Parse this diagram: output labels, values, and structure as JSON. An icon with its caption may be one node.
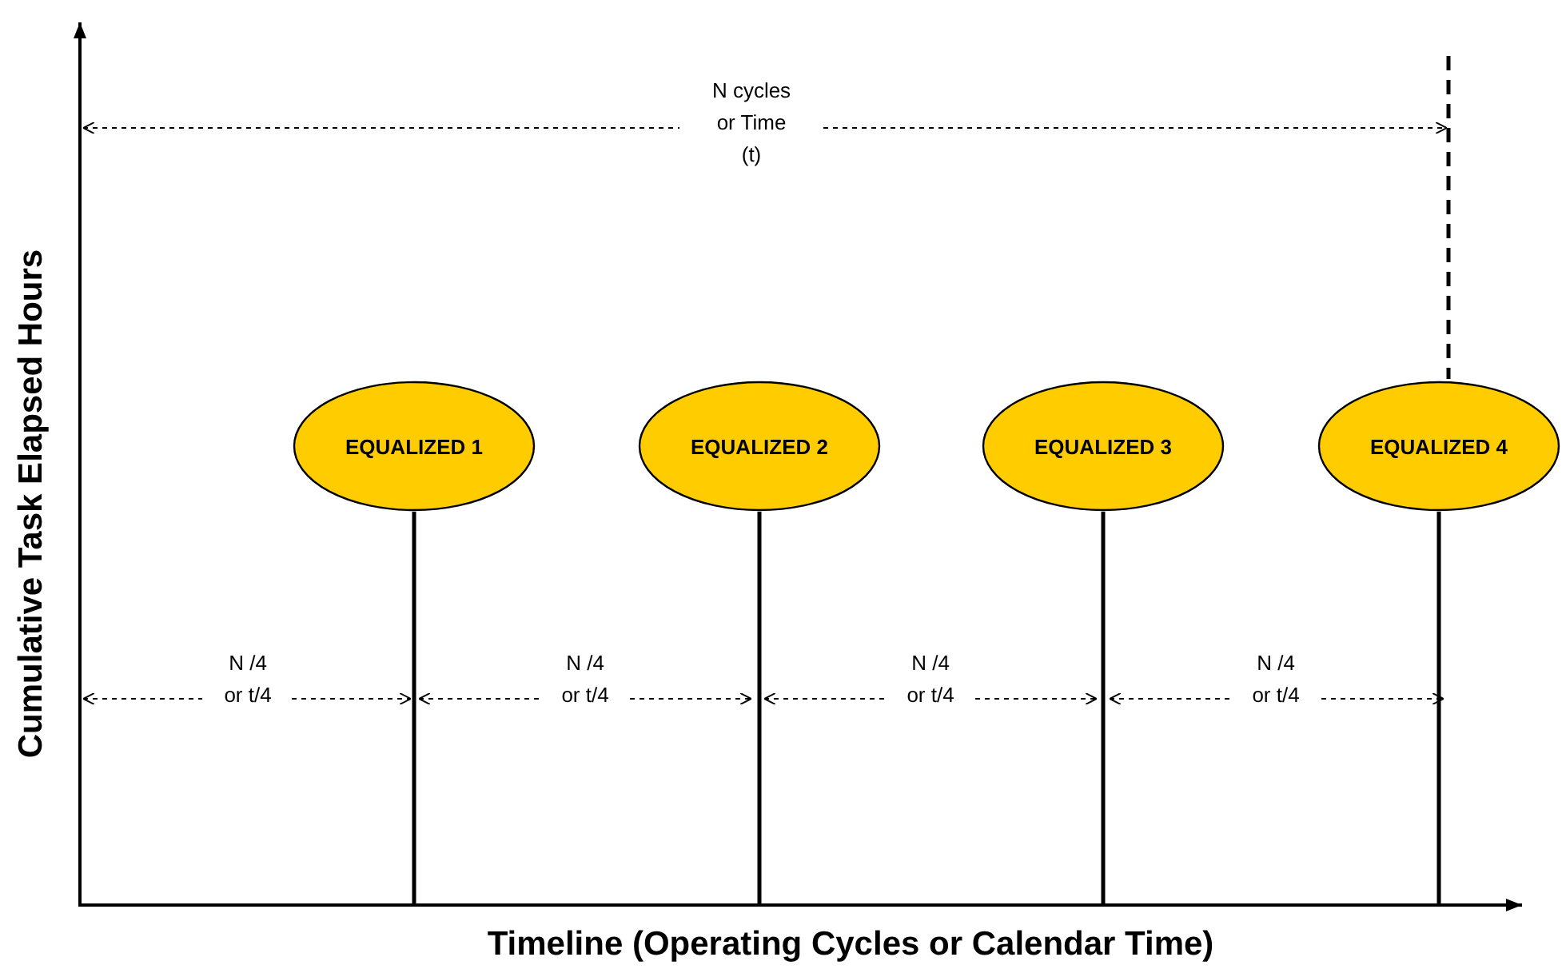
{
  "diagram": {
    "nodes": [
      {
        "text": [
          "EQUALIZED 1"
        ]
      },
      {
        "text": [
          "EQUALIZED 2"
        ]
      },
      {
        "text": [
          "EQUALIZED 3"
        ]
      },
      {
        "text": [
          "EQUALIZED 4"
        ]
      },
      {
        "text": [],
        "shape": "bar"
      }
    ],
    "edges": [
      {
        "from": 0,
        "to": 4,
        "arrow": "none"
      },
      {
        "from": 1,
        "to": 4,
        "arrow": "none"
      },
      {
        "from": 2,
        "to": 4,
        "arrow": "none"
      },
      {
        "from": 3,
        "to": 4,
        "arrow": "none"
      }
    ],
    "labels": [
      "N cycles or Time (t)",
      "N /4 or t/4",
      "N /4 or t/4",
      "N /4 or t/4",
      "N /4 or t/4",
      "Cumulative Task Elapsed Hours",
      "Timeline  (Operating Cycles or Calendar Time)"
    ]
  }
}
